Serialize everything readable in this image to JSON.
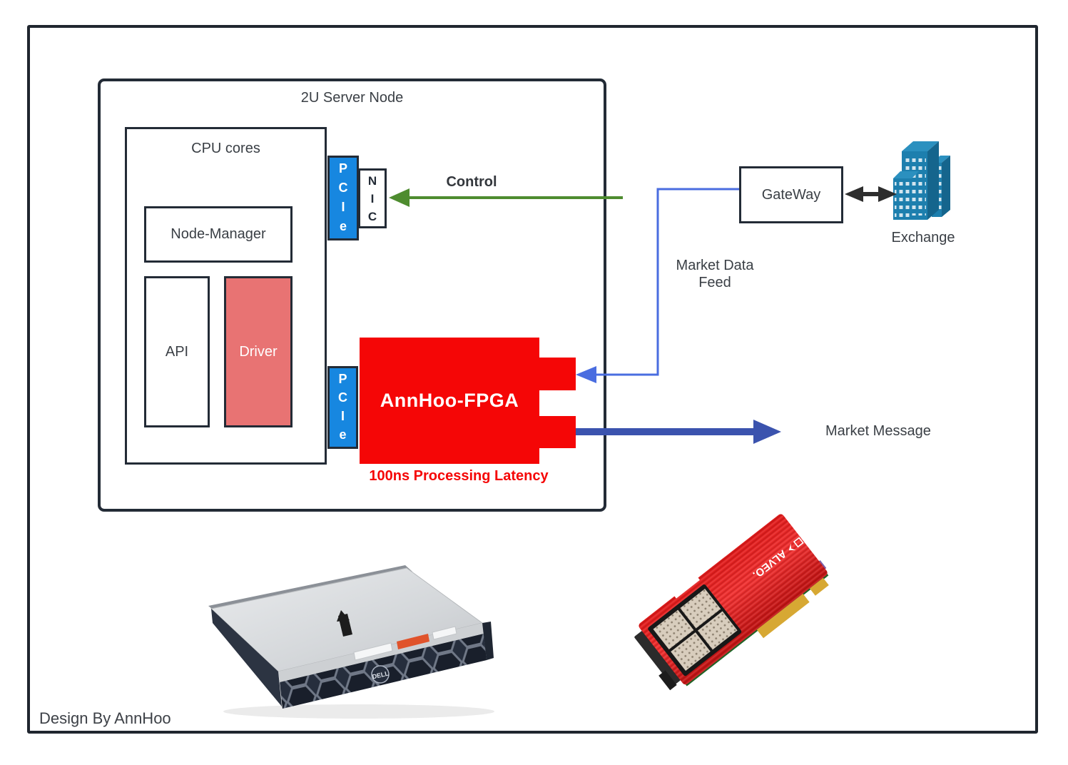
{
  "credit": "Design By AnnHoo",
  "server_node": {
    "title": "2U Server Node",
    "cpu": {
      "title": "CPU cores",
      "node_manager": "Node-Manager",
      "api": "API",
      "driver": "Driver"
    },
    "pcie_top_label": "P\nC\nI\ne",
    "pcie_bottom_label": "P\nC\nI\ne",
    "nic_label": "N\nI\nC",
    "fpga": {
      "name": "AnnHoo-FPGA",
      "latency_note": "100ns Processing Latency"
    }
  },
  "external": {
    "gateway": "GateWay",
    "exchange": "Exchange"
  },
  "flows": {
    "control": "Control",
    "market_data_feed": "Market Data\nFeed",
    "market_message": "Market Message"
  },
  "photos": {
    "server_brand": "DELL",
    "fpga_card_brand": "ALVEO."
  },
  "colors": {
    "pcie_blue": "#1787e0",
    "fpga_red": "#f50606",
    "driver_pink": "#e87373",
    "control_green": "#4e8c2f",
    "feed_line_blue": "#4a6de0",
    "message_arrow_blue": "#3b53ae",
    "border_dark": "#232b36",
    "exchange_building_blue": "#1d7fae"
  }
}
